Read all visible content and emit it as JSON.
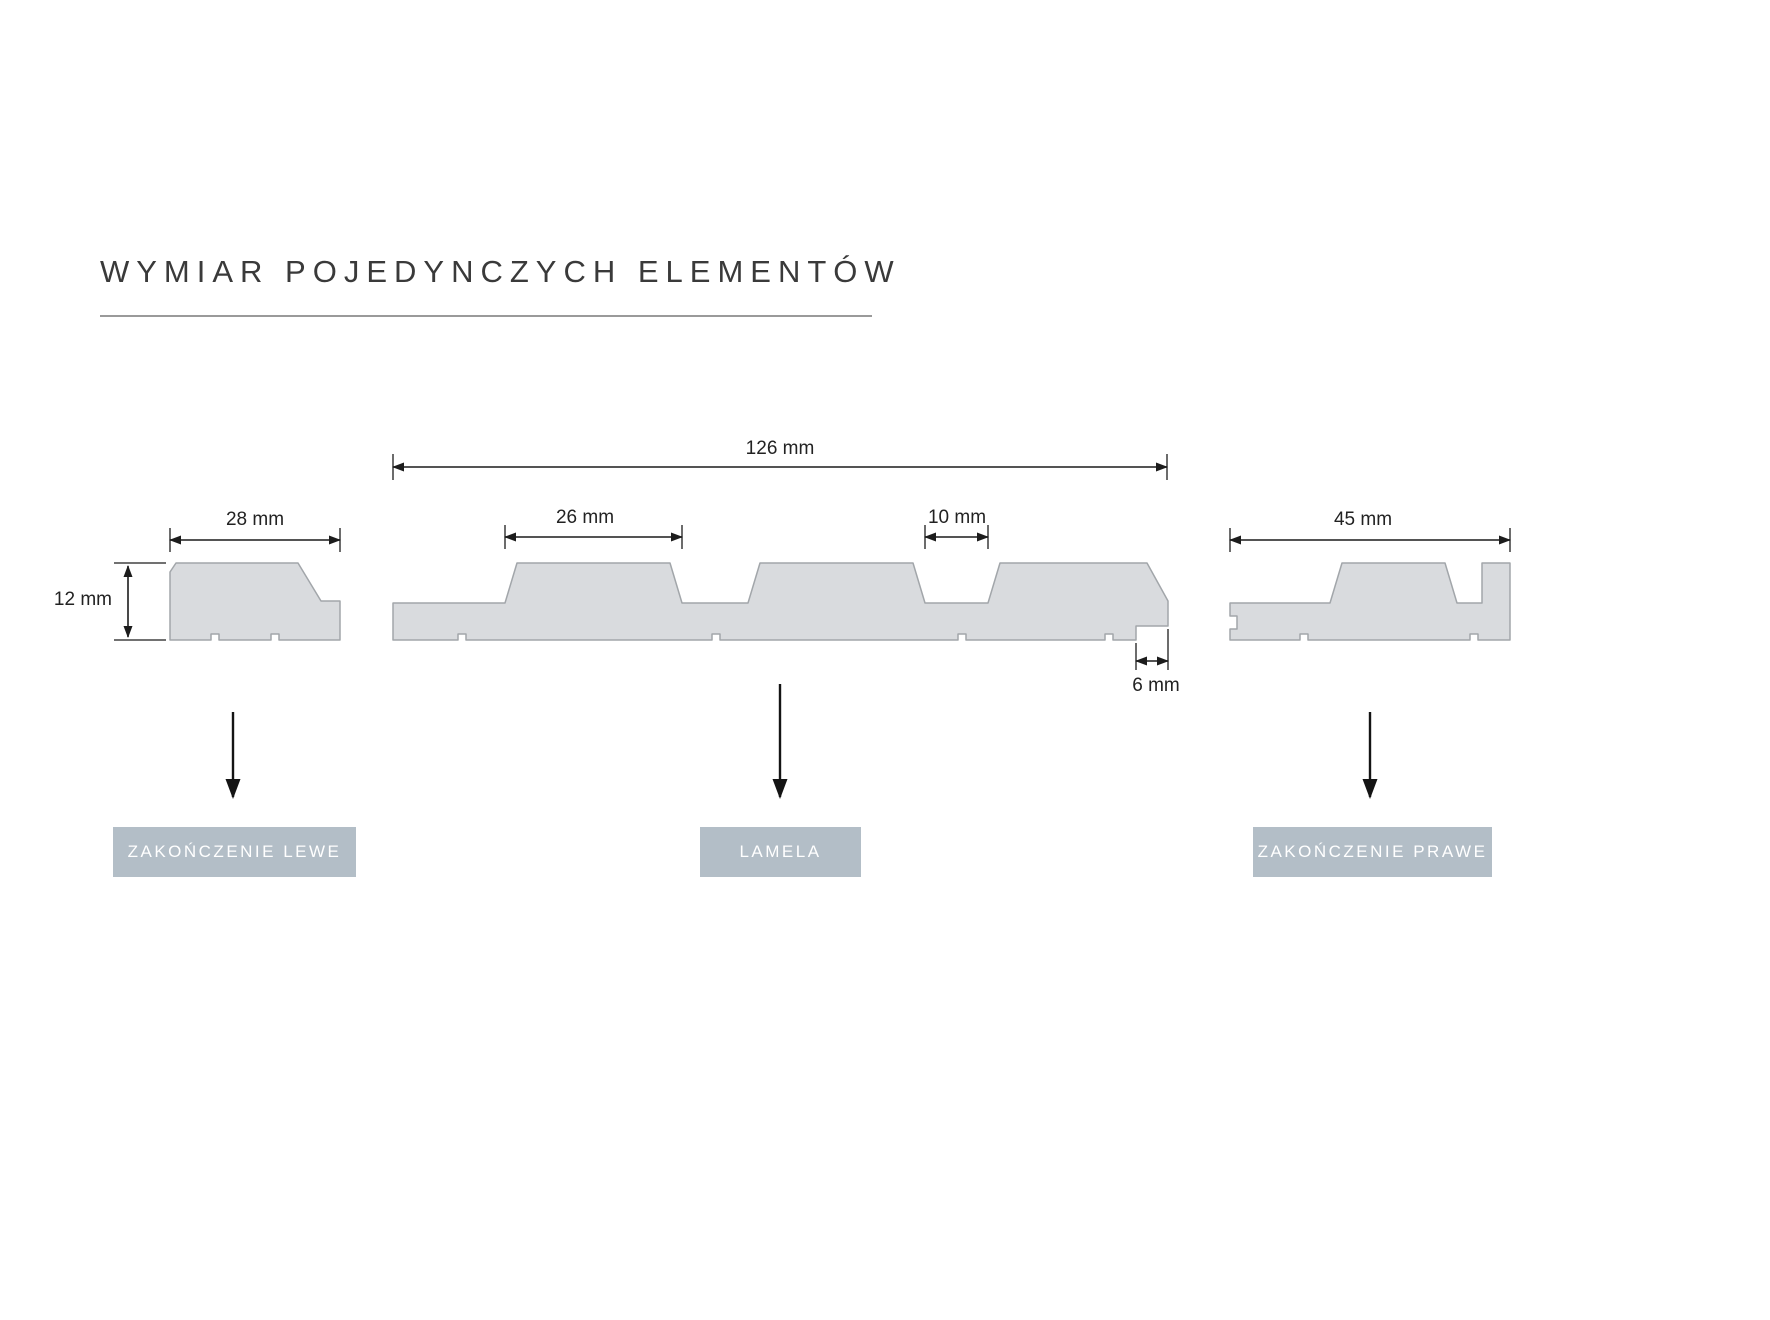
{
  "title": {
    "text": "WYMIAR POJEDYNCZYCH ELEMENTÓW"
  },
  "dimensions": {
    "lamela_total": "126 mm",
    "left_end_width": "28 mm",
    "slat_top_width": "26 mm",
    "groove_width": "10 mm",
    "right_end_width": "45 mm",
    "panel_thickness": "12 mm",
    "tongue_width": "6 mm"
  },
  "labels": {
    "left_end": "ZAKOŃCZENIE LEWE",
    "lamela": "LAMELA",
    "right_end": "ZAKOŃCZENIE PRAWE"
  },
  "colors": {
    "background": "#ffffff",
    "profile_fill": "#d9dbde",
    "profile_stroke": "#a2a6aa",
    "dimension_line": "#1c1c1c",
    "label_box_bg": "#b3bec7",
    "label_text": "#ffffff",
    "title_color": "#3a3a3a",
    "divider": "#9a9a9a"
  }
}
